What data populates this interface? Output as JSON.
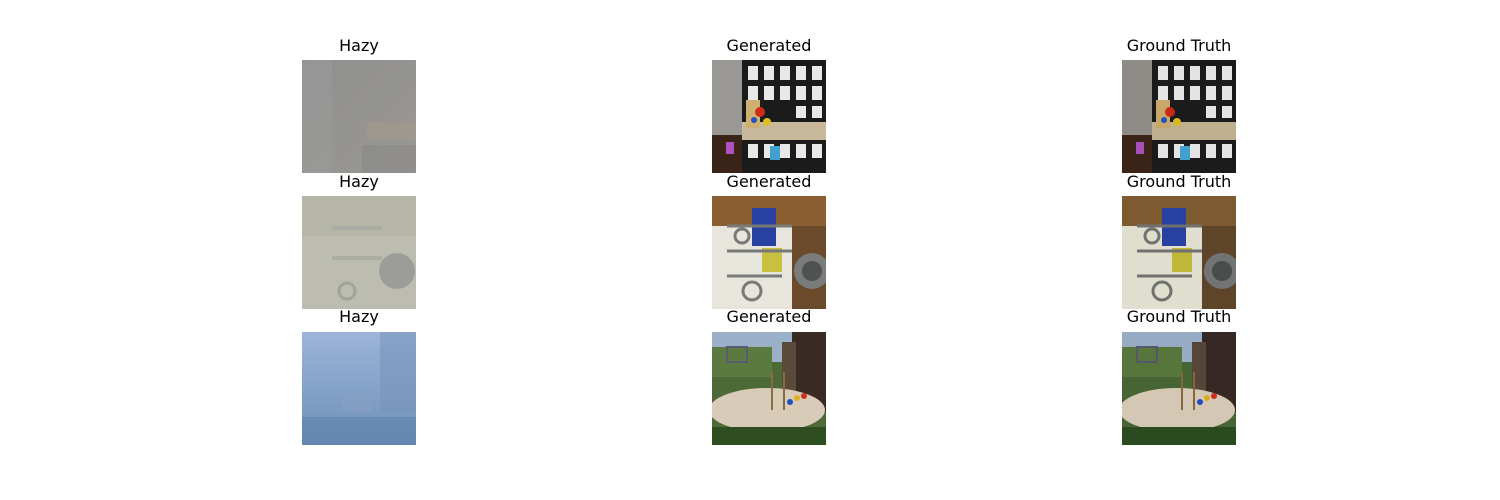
{
  "figure": {
    "rows": [
      {
        "hazy_label": "Hazy",
        "generated_label": "Generated",
        "ground_truth_label": "Ground Truth"
      },
      {
        "hazy_label": "Hazy",
        "generated_label": "Generated",
        "ground_truth_label": "Ground Truth"
      },
      {
        "hazy_label": "Hazy",
        "generated_label": "Generated",
        "ground_truth_label": "Ground Truth"
      }
    ]
  }
}
